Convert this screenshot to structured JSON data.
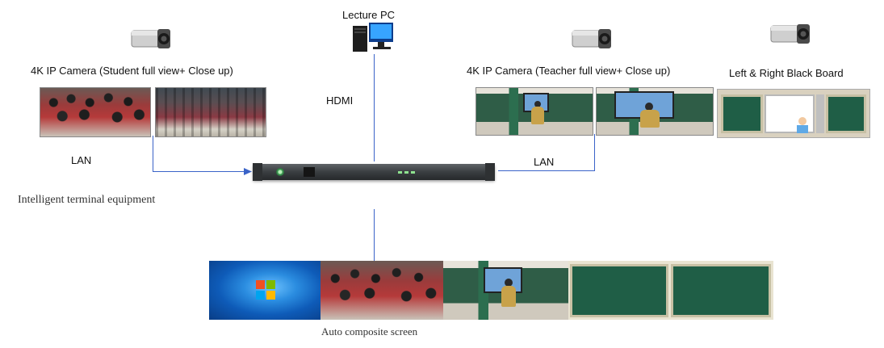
{
  "labels": {
    "lecture_pc": "Lecture PC",
    "camera_student": "4K IP Camera (Student full view+ Close up)",
    "camera_teacher": "4K IP Camera (Teacher full view+ Close up)",
    "blackboard": "Left & Right Black Board",
    "hdmi": "HDMI",
    "lan_left": "LAN",
    "lan_right": "LAN",
    "terminal": "Intelligent terminal equipment",
    "composite": "Auto composite screen"
  },
  "colors": {
    "connector_line": "#3a63c8",
    "board_green": "#1f5e46"
  },
  "icons": [
    "camera-icon",
    "desktop-pc-icon",
    "windows-logo-icon"
  ]
}
